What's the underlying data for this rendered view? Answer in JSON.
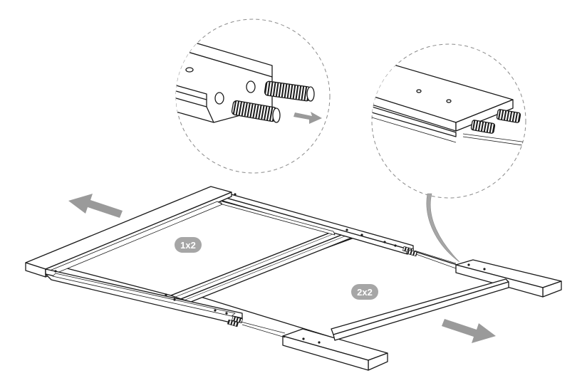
{
  "labels": {
    "panel_small": "1x2",
    "panel_large": "2x2"
  },
  "colors": {
    "line": "#1a1a1a",
    "arrow": "#9a9a9a",
    "badge": "#a6a6a6",
    "dashed_circle": "#8a8a8a"
  },
  "icons": {
    "direction_arrows": "wide-arrow",
    "dowel": "fluted-dowel-pin"
  }
}
